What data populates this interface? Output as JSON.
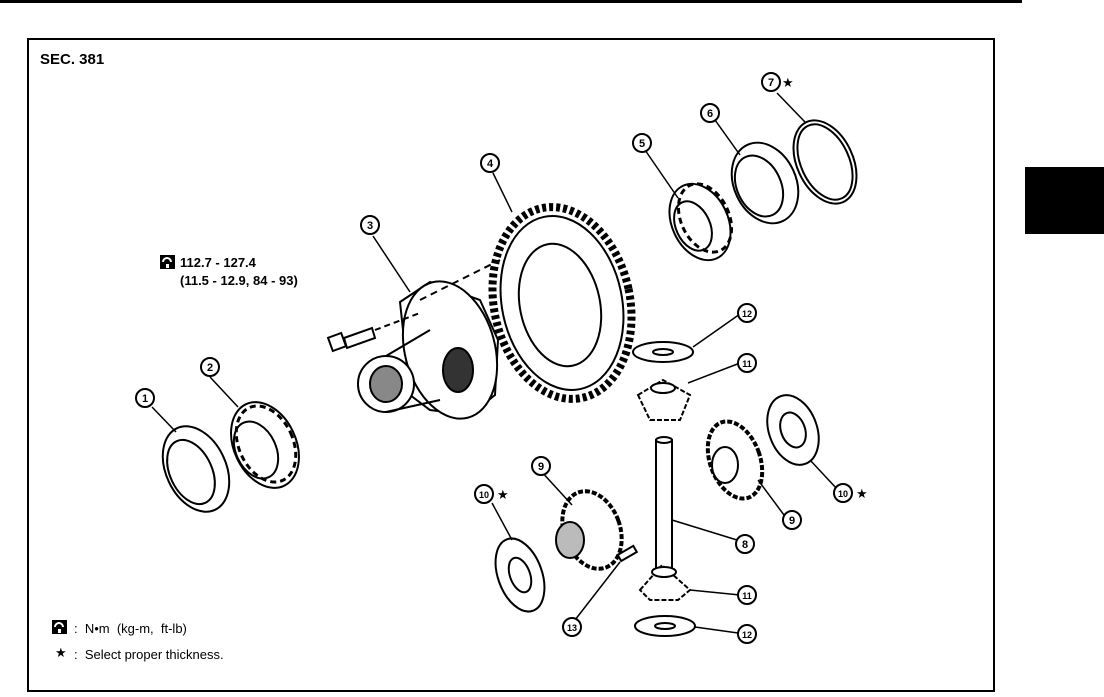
{
  "section_title": "SEC. 381",
  "torque_spec": {
    "value": "112.7 - 127.4",
    "conversion": "(11.5 - 12.9, 84 - 93)"
  },
  "legend": {
    "torque_text": ":  N•m  (kg-m,  ft-lb)",
    "star_symbol": "★",
    "star_text": ":  Select proper thickness."
  },
  "callouts": {
    "c1": "1",
    "c2": "2",
    "c3": "3",
    "c4": "4",
    "c5": "5",
    "c6": "6",
    "c7": "7",
    "c8": "8",
    "c9a": "9",
    "c9b": "9",
    "c10a": "10",
    "c10b": "10",
    "c11a": "11",
    "c11b": "11",
    "c12a": "12",
    "c12b": "12",
    "c13": "13"
  },
  "select_marks": {
    "s7": "★",
    "s10a": "★",
    "s10b": "★"
  },
  "icons": [
    "torque-wrench-icon",
    "star-icon"
  ],
  "colors": {
    "ink": "#000000",
    "paper": "#ffffff"
  }
}
